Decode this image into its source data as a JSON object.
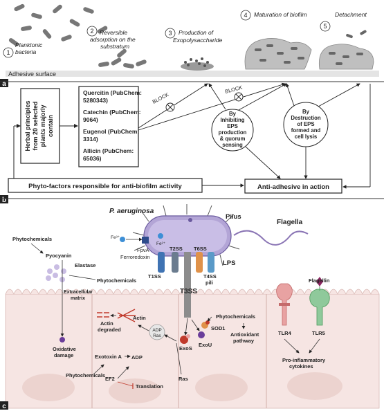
{
  "panel_a": {
    "label": "a",
    "stages": [
      {
        "num": "1",
        "line1": "Planktonic",
        "line2": "bacteria"
      },
      {
        "num": "2",
        "line1": "Reversible",
        "line2": "adsorption on the",
        "line3": "substratum"
      },
      {
        "num": "3",
        "line1": "Production of",
        "line2": "Exopolysaccharide"
      },
      {
        "num": "4",
        "line1": "Maturation of biofilm"
      },
      {
        "num": "5",
        "line1": "Detachment"
      }
    ],
    "surface": "Adhesive surface"
  },
  "panel_b": {
    "label": "b",
    "herbal_box": [
      "Herbal principles",
      "from 20 selected",
      "plants majorly",
      "contain"
    ],
    "compounds": [
      {
        "line1": "Quercitin (PubChem:",
        "line2": "5280343)"
      },
      {
        "line1": "Catechin (PubChem:",
        "line2": "9064)"
      },
      {
        "line1": "Eugenol (PubChem:",
        "line2": "3314)"
      },
      {
        "line1": "Allicin (PubChem:",
        "line2": "65036)"
      }
    ],
    "block1": "BLOCK",
    "block2": "BLOCK",
    "circle1": [
      "By",
      "Inhibiting",
      "EPS",
      "production",
      "& quorum",
      "sensing"
    ],
    "circle2": [
      "By",
      "Destruction",
      "of EPS",
      "formed and",
      "cell lysis"
    ],
    "phyto_box": "Phyto-factors responsible for anti-biofilm activity",
    "anti_box": "Anti-adhesive in action"
  },
  "panel_c": {
    "label": "c",
    "organism": "P. aeruginosa",
    "pilus": "Pilus",
    "flagella": "Flagella",
    "lps": "LPS",
    "fe3": "Fe³⁺",
    "fe2": "Fe²⁺",
    "fpva": "FpvA",
    "ferroredoxin": "Ferroredoxin",
    "secretion": [
      "T1SS",
      "T2SS",
      "T6SS",
      "T4SS",
      "pili",
      "T3SS"
    ],
    "phytochemicals": "Phytochemicals",
    "pyocyanin": "Pyocyanin",
    "elastase": "Elastase",
    "ecm1": "Extracellular",
    "ecm2": "matrix",
    "oxidative1": "Oxidative",
    "oxidative2": "damage",
    "actin": "Actin",
    "actin_degraded1": "Actin",
    "actin_degraded2": "degraded",
    "adp_ras1": "ADP",
    "adp_ras2": "Ras",
    "exotoxin": "Exotoxin A",
    "adp": "ADP",
    "ef2": "EF2",
    "translation": "Translation",
    "ras": "Ras",
    "exos": "ExoS",
    "exou": "ExoU",
    "sod1": "SOD1",
    "antioxidant1": "Antioxidant",
    "antioxidant2": "pathway",
    "tlr4": "TLR4",
    "tlr5": "TLR5",
    "flagellin": "Flagellin",
    "proinflam1": "Pro-inflammatory",
    "proinflam2": "cytokines"
  }
}
